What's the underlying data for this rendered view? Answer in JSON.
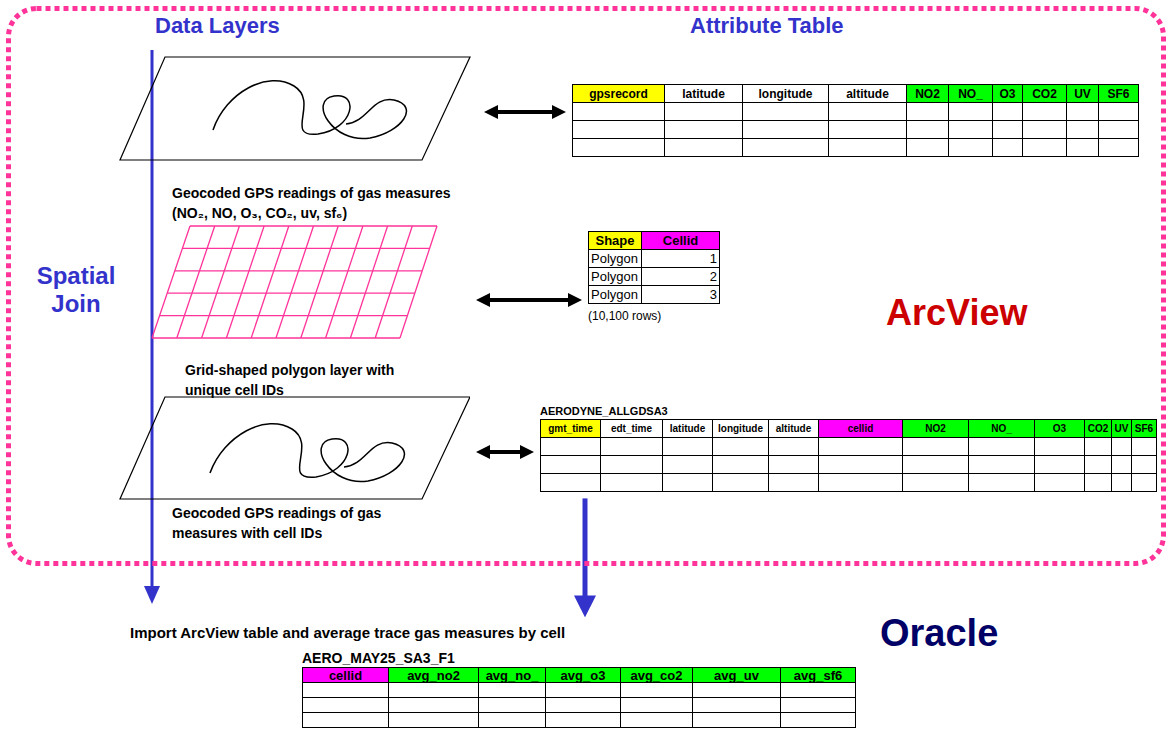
{
  "diagram": {
    "nodes": [
      {
        "text": [
          "ArcView"
        ]
      },
      {
        "text": [
          "Geocoded GPS readings of gas measures (NO₂, NO, O₃, CO₂, uv, sf₆)"
        ],
        "in": 0
      },
      {
        "text": [
          "gpsrecord",
          "latitude",
          "longitude",
          "altitude",
          "NO2",
          "NO_",
          "O3",
          "CO2",
          "UV",
          "SF6"
        ],
        "in": 0
      },
      {
        "text": [
          "Grid-shaped polygon layer with unique cell IDs"
        ],
        "in": 0
      },
      {
        "text": [
          "Shape",
          "Cellid",
          "Polygon",
          "1",
          "Polygon",
          "2",
          "Polygon",
          "3",
          "(10,100 rows)"
        ],
        "in": 0
      },
      {
        "text": [
          "Geocoded GPS readings of gas measures with cell IDs"
        ],
        "in": 0
      },
      {
        "text": [
          "AERODYNE_ALLGDSA3",
          "gmt_time",
          "edt_time",
          "latitude",
          "longitude",
          "altitude",
          "cellid",
          "NO2",
          "NO_",
          "O3",
          "CO2",
          "UV",
          "SF6"
        ],
        "in": 0
      },
      {
        "text": [
          "Import ArcView table and average trace gas measures by cell",
          "AERO_MAY25_SA3_F1",
          "cellid",
          "avg_no2",
          "avg_no_",
          "avg_o3",
          "avg_co2",
          "avg_uv",
          "avg_sf6"
        ]
      }
    ],
    "edges": [
      {
        "from": 1,
        "to": 2,
        "arrow": "both"
      },
      {
        "from": 3,
        "to": 4,
        "arrow": "both"
      },
      {
        "from": 5,
        "to": 6,
        "arrow": "both"
      },
      {
        "from": 6,
        "to": 7,
        "arrow": "to"
      }
    ],
    "labels": [
      "Data Layers",
      "Attribute Table",
      "Spatial Join",
      "Oracle"
    ]
  }
}
